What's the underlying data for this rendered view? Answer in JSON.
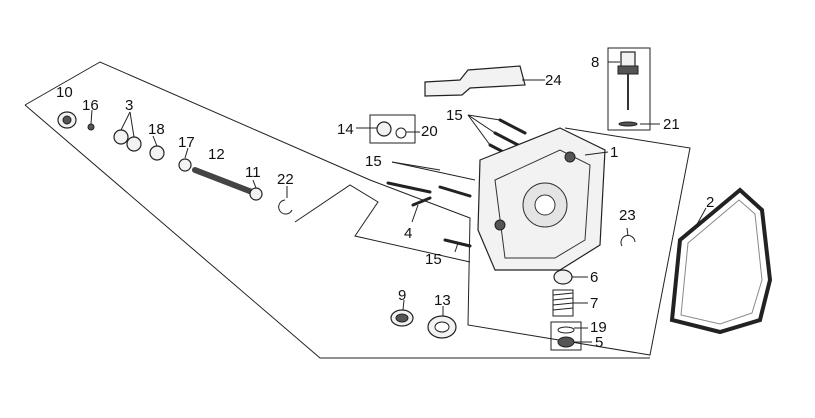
{
  "diagram": {
    "labels": [
      {
        "id": "10",
        "text": "10"
      },
      {
        "id": "16",
        "text": "16"
      },
      {
        "id": "3",
        "text": "3"
      },
      {
        "id": "18",
        "text": "18"
      },
      {
        "id": "17",
        "text": "17"
      },
      {
        "id": "12",
        "text": "12"
      },
      {
        "id": "11",
        "text": "11"
      },
      {
        "id": "22",
        "text": "22"
      },
      {
        "id": "14",
        "text": "14"
      },
      {
        "id": "20",
        "text": "20"
      },
      {
        "id": "15a",
        "text": "15"
      },
      {
        "id": "15b",
        "text": "15"
      },
      {
        "id": "15c",
        "text": "15"
      },
      {
        "id": "1",
        "text": "1"
      },
      {
        "id": "4",
        "text": "4"
      },
      {
        "id": "24",
        "text": "24"
      },
      {
        "id": "8",
        "text": "8"
      },
      {
        "id": "21",
        "text": "21"
      },
      {
        "id": "2",
        "text": "2"
      },
      {
        "id": "23",
        "text": "23"
      },
      {
        "id": "6",
        "text": "6"
      },
      {
        "id": "7",
        "text": "7"
      },
      {
        "id": "19",
        "text": "19"
      },
      {
        "id": "5",
        "text": "5"
      },
      {
        "id": "9",
        "text": "9"
      },
      {
        "id": "13",
        "text": "13"
      }
    ]
  }
}
